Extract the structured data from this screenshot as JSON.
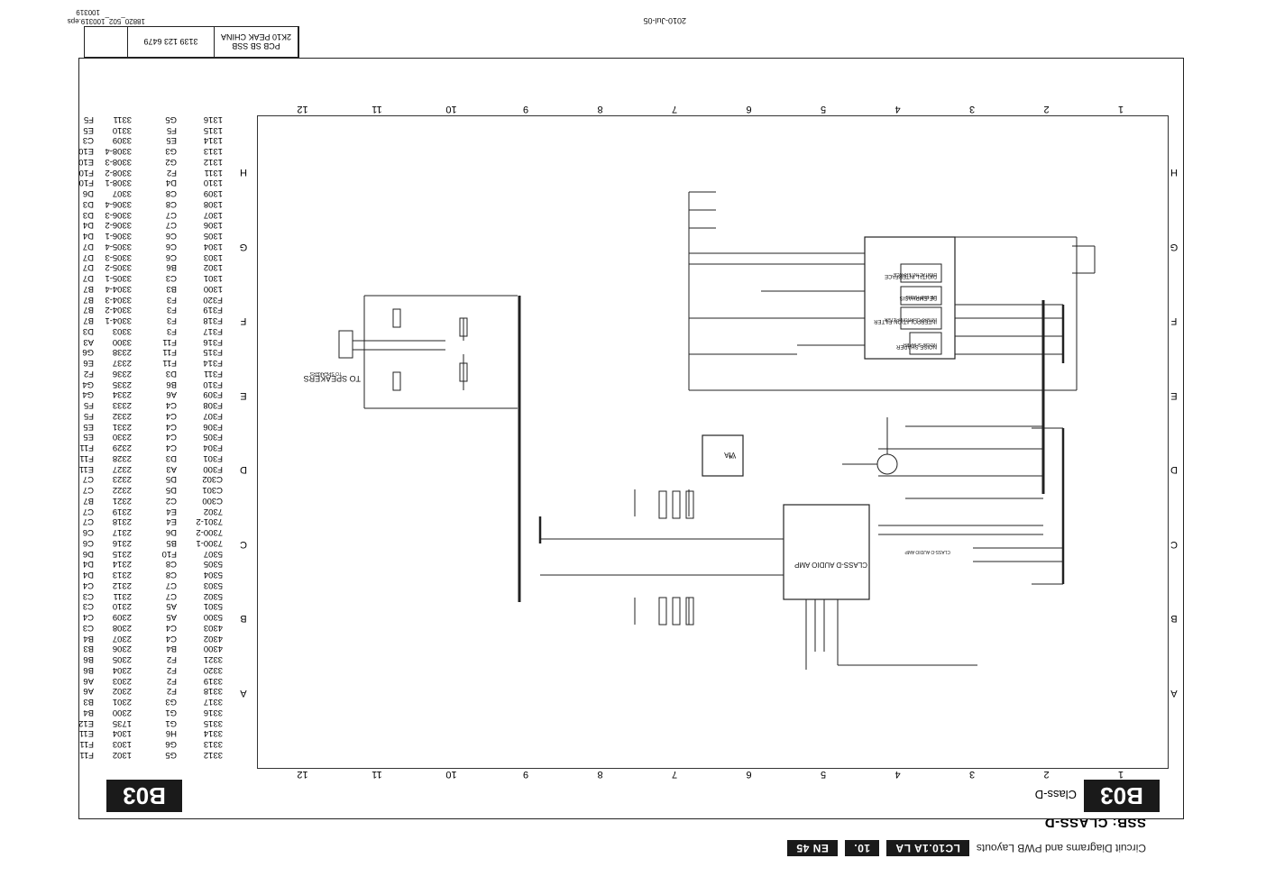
{
  "header": {
    "section": "Circuit Diagrams and PWB Layouts",
    "model": "LC10.1A LA",
    "chapter": "10.",
    "page": "EN 45",
    "diagram_title": "SSB: CLASS-D"
  },
  "page_block": {
    "code": "B03",
    "subtitle": "Class-D"
  },
  "columns": [
    "1",
    "2",
    "3",
    "4",
    "5",
    "6",
    "7",
    "8",
    "9",
    "10",
    "11",
    "12"
  ],
  "rows": [
    "A",
    "B",
    "C",
    "D",
    "E",
    "F",
    "G",
    "H"
  ],
  "title_block": {
    "pcb": "PCB SB SSB",
    "origin": "2K10 PEAK CHINA",
    "part_number": "3139 123 6479",
    "file": "18820_502_100319.eps",
    "code": "100319",
    "date": "2010-Jul-05"
  },
  "schematic": {
    "speakers_label": "TO SPEAKERS",
    "amp_label": "CLASS-D AUDIO AMP",
    "via_label": "VIA",
    "noise_shaper": "NOISE SHAPER",
    "filter": "INTERPOLATION FILTER",
    "deemphasis": "DE-EMPHASIS",
    "interface": "DIGITAL INTERFACE"
  },
  "reference_list_1": [
    [
      "1302",
      "F11"
    ],
    [
      "1303",
      "F11"
    ],
    [
      "1304",
      "E11"
    ],
    [
      "1735",
      "E12"
    ],
    [
      "2300",
      "B4"
    ],
    [
      "2301",
      "B3"
    ],
    [
      "2302",
      "A6"
    ],
    [
      "2303",
      "A6"
    ],
    [
      "2304",
      "B6"
    ],
    [
      "2305",
      "B6"
    ],
    [
      "2306",
      "B3"
    ],
    [
      "2307",
      "B4"
    ],
    [
      "2308",
      "C3"
    ],
    [
      "2309",
      "C4"
    ],
    [
      "2310",
      "C3"
    ],
    [
      "2311",
      "C3"
    ],
    [
      "2312",
      "C4"
    ],
    [
      "2313",
      "D4"
    ],
    [
      "2314",
      "D4"
    ],
    [
      "2315",
      "D6"
    ],
    [
      "2316",
      "C6"
    ],
    [
      "2317",
      "C6"
    ],
    [
      "2318",
      "C7"
    ],
    [
      "2319",
      "C7"
    ],
    [
      "2321",
      "B7"
    ],
    [
      "2322",
      "C7"
    ],
    [
      "2323",
      "C7"
    ],
    [
      "2327",
      "E11"
    ],
    [
      "2328",
      "F11"
    ],
    [
      "2329",
      "F11"
    ],
    [
      "2330",
      "E5"
    ],
    [
      "2331",
      "E5"
    ],
    [
      "2332",
      "F5"
    ],
    [
      "2333",
      "F5"
    ],
    [
      "2334",
      "G4"
    ],
    [
      "2335",
      "G4"
    ],
    [
      "2336",
      "F2"
    ],
    [
      "2337",
      "E6"
    ],
    [
      "2338",
      "G6"
    ],
    [
      "3300",
      "A3"
    ],
    [
      "3303",
      "D3"
    ],
    [
      "3304-1",
      "B7"
    ],
    [
      "3304-2",
      "B7"
    ],
    [
      "3304-3",
      "B7"
    ],
    [
      "3304-4",
      "B7"
    ],
    [
      "3305-1",
      "D7"
    ],
    [
      "3305-2",
      "D7"
    ],
    [
      "3305-3",
      "D7"
    ],
    [
      "3305-4",
      "D7"
    ],
    [
      "3306-1",
      "D4"
    ],
    [
      "3306-2",
      "D4"
    ],
    [
      "3306-3",
      "D3"
    ],
    [
      "3306-4",
      "D3"
    ],
    [
      "3307",
      "D6"
    ],
    [
      "3308-1",
      "F10"
    ],
    [
      "3308-2",
      "F10"
    ],
    [
      "3308-3",
      "E10"
    ],
    [
      "3308-4",
      "E10"
    ],
    [
      "3309",
      "C3"
    ],
    [
      "3310",
      "E5"
    ],
    [
      "3311",
      "F5"
    ]
  ],
  "reference_list_2": [
    [
      "3312",
      "G5"
    ],
    [
      "3313",
      "G6"
    ],
    [
      "3314",
      "H6"
    ],
    [
      "3315",
      "G1"
    ],
    [
      "3316",
      "G1"
    ],
    [
      "3317",
      "G3"
    ],
    [
      "3318",
      "F2"
    ],
    [
      "3319",
      "F2"
    ],
    [
      "3320",
      "F2"
    ],
    [
      "3321",
      "F2"
    ],
    [
      "4300",
      "B4"
    ],
    [
      "4302",
      "C4"
    ],
    [
      "4303",
      "C4"
    ],
    [
      "5300",
      "A5"
    ],
    [
      "5301",
      "A5"
    ],
    [
      "5302",
      "C7"
    ],
    [
      "5303",
      "C7"
    ],
    [
      "5304",
      "C8"
    ],
    [
      "5305",
      "C8"
    ],
    [
      "5307",
      "F10"
    ],
    [
      "7300-1",
      "B5"
    ],
    [
      "7300-2",
      "D6"
    ],
    [
      "7301-2",
      "E4"
    ],
    [
      "7302",
      "E4"
    ],
    [
      "C300",
      "C2"
    ],
    [
      "C301",
      "D5"
    ],
    [
      "C302",
      "D5"
    ],
    [
      "F300",
      "A3"
    ],
    [
      "F301",
      "D3"
    ],
    [
      "F304",
      "C4"
    ],
    [
      "F305",
      "C4"
    ],
    [
      "F306",
      "C4"
    ],
    [
      "F307",
      "C4"
    ],
    [
      "F308",
      "C4"
    ],
    [
      "F309",
      "A6"
    ],
    [
      "F310",
      "B6"
    ],
    [
      "F311",
      "D3"
    ],
    [
      "F314",
      "F11"
    ],
    [
      "F315",
      "F11"
    ],
    [
      "F316",
      "F11"
    ],
    [
      "F317",
      "F3"
    ],
    [
      "F318",
      "F3"
    ],
    [
      "F319",
      "F3"
    ],
    [
      "F320",
      "F3"
    ],
    [
      "1300",
      "B3"
    ],
    [
      "1301",
      "C3"
    ],
    [
      "1302",
      "B6"
    ],
    [
      "1303",
      "C6"
    ],
    [
      "1304",
      "C6"
    ],
    [
      "1305",
      "C6"
    ],
    [
      "1306",
      "C7"
    ],
    [
      "1307",
      "C7"
    ],
    [
      "1308",
      "C8"
    ],
    [
      "1309",
      "C8"
    ],
    [
      "1310",
      "D4"
    ],
    [
      "1311",
      "F2"
    ],
    [
      "1312",
      "G2"
    ],
    [
      "1313",
      "G3"
    ],
    [
      "1314",
      "E5"
    ],
    [
      "1315",
      "F5"
    ],
    [
      "1316",
      "G5"
    ]
  ]
}
